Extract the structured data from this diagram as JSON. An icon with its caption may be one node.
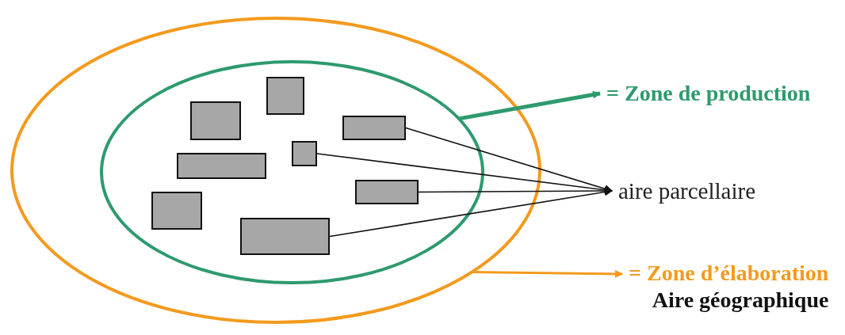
{
  "diagram": {
    "nodes": [
      {
        "text": [],
        "shape": "ellipse"
      },
      {
        "text": [],
        "shape": "ellipse",
        "in": 0
      },
      {
        "text": [],
        "shape": "box",
        "in": 1
      },
      {
        "text": [],
        "shape": "box",
        "in": 1
      },
      {
        "text": [],
        "shape": "box",
        "in": 1
      },
      {
        "text": [],
        "shape": "box",
        "in": 1
      },
      {
        "text": [],
        "shape": "box",
        "in": 1
      },
      {
        "text": [],
        "shape": "box",
        "in": 1
      },
      {
        "text": [],
        "shape": "box",
        "in": 1
      },
      {
        "text": [],
        "shape": "box",
        "in": 1
      },
      {
        "text": [
          "= Zone de production"
        ]
      },
      {
        "text": [
          "aire parcellaire"
        ]
      },
      {
        "text": [
          "= Zone d’élaboration",
          "Aire géographique"
        ]
      }
    ],
    "edges": [
      {
        "from": 1,
        "to": 10,
        "arrow": "to",
        "style": "thick",
        "color": "#2e9a6e"
      },
      {
        "from": 4,
        "to": 11,
        "arrow": "to"
      },
      {
        "from": 5,
        "to": 11,
        "arrow": "to"
      },
      {
        "from": 7,
        "to": 11,
        "arrow": "to"
      },
      {
        "from": 9,
        "to": 11,
        "arrow": "to"
      },
      {
        "from": 0,
        "to": 12,
        "arrow": "to",
        "color": "#f39a1e"
      }
    ]
  }
}
